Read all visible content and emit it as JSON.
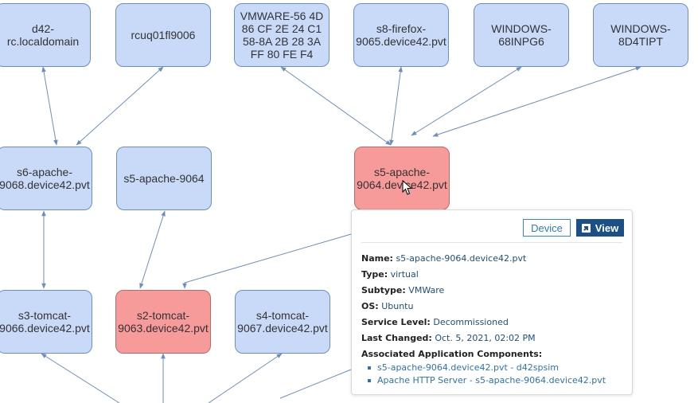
{
  "nodes": {
    "d42": "d42-\nrc.localdomain",
    "rcuq": "rcuq01fl9006",
    "vmware": "VMWARE-56 4D\n86 CF 2E 24 C1\n58-8A 2B 28 3A\nFF 80 FE F4",
    "s8": "s8-firefox-\n9065.device42.pvt",
    "win68": "WINDOWS-\n68INPG6",
    "win8d": "WINDOWS-\n8D4TIPT",
    "s6": "s6-apache-\n9068.device42.pvt",
    "s5a": "s5-apache-9064",
    "s5sel": "s5-apache-\n9064.device42.pvt",
    "s3": "s3-tomcat-\n9066.device42.pvt",
    "s2": "s2-tomcat-\n9063.device42.pvt",
    "s4": "s4-tomcat-\n9067.device42.pvt"
  },
  "colors": {
    "node_fill": "#c9daf8",
    "node_selected_fill": "#f79a9a",
    "edge": "#6c8ebf",
    "link": "#2d73b0"
  },
  "tooltip": {
    "device_button": "Device",
    "view_button": "View",
    "view_icon": "external-link-icon",
    "fields": [
      {
        "label": "Name:",
        "value": "s5-apache-9064.device42.pvt"
      },
      {
        "label": "Type:",
        "value": "virtual"
      },
      {
        "label": "Subtype:",
        "value": "VMWare"
      },
      {
        "label": "OS:",
        "value": "Ubuntu"
      },
      {
        "label": "Service Level:",
        "value": "Decommissioned"
      },
      {
        "label": "Last Changed:",
        "value": "Oct. 5, 2021, 02:02 PM"
      }
    ],
    "components_label": "Associated Application Components:",
    "components": [
      "s5-apache-9064.device42.pvt - d42spsim",
      "Apache HTTP Server - s5-apache-9064.device42.pvt"
    ]
  }
}
